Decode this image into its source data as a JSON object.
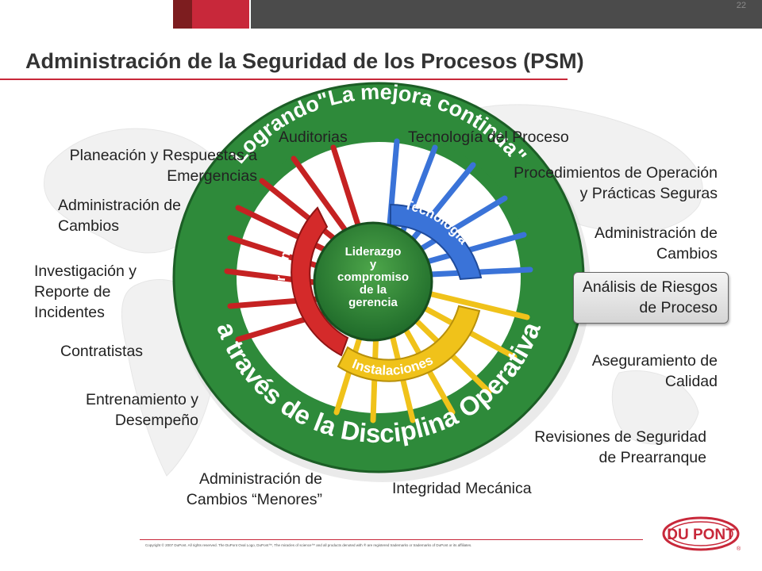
{
  "slide": {
    "page_number": "22",
    "title": "Administración de la Seguridad de los Procesos (PSM)",
    "footer": "Copyright © 2007 DuPont. All rights reserved. The DuPont Oval Logo, DuPont™, The miracles of science™ and all products denoted with ® are registered trademarks or trademarks of DuPont or its affiliates.",
    "logo_text": "DU PONT"
  },
  "wheel": {
    "hub": [
      "Liderazgo",
      "y",
      "compromiso",
      "de la",
      "gerencia"
    ],
    "sectors": [
      "Personal",
      "Tecnología",
      "Instalaciones"
    ],
    "ring_top": "Logrando\"La mejora continua\"",
    "ring_bottom": "a través de la Disciplina Operativa"
  },
  "labels": {
    "auditorias": [
      "Auditorias"
    ],
    "tecnologia_proceso": [
      "Tecnología del Proceso"
    ],
    "planeacion": [
      "Planeación y Respuestas a",
      "Emergencias"
    ],
    "procedimientos": [
      "Procedimientos de Operación",
      "y Prácticas Seguras"
    ],
    "admin_cambios_left": [
      "Administración de",
      "Cambios"
    ],
    "admin_cambios_right": [
      "Administración de",
      "Cambios"
    ],
    "investigacion": [
      "Investigación y",
      "Reporte de",
      "Incidentes"
    ],
    "analisis_riesgos": [
      "Análisis de Riesgos",
      "de Proceso"
    ],
    "contratistas": [
      "Contratistas"
    ],
    "aseguramiento": [
      "Aseguramiento  de",
      "Calidad"
    ],
    "entrenamiento": [
      "Entrenamiento y",
      "Desempeño"
    ],
    "revisiones": [
      "Revisiones de Seguridad",
      "de Prearranque"
    ],
    "admin_menores": [
      "Administración de",
      "Cambios “Menores”"
    ],
    "integridad": [
      "Integridad Mecánica"
    ]
  },
  "colors": {
    "brand_red": "#c8283a",
    "ring_green": "#2e8a3a",
    "personal_red": "#d42a2a",
    "tecnologia_blue": "#3a73d8",
    "instalaciones_yellow": "#f0c21a"
  }
}
